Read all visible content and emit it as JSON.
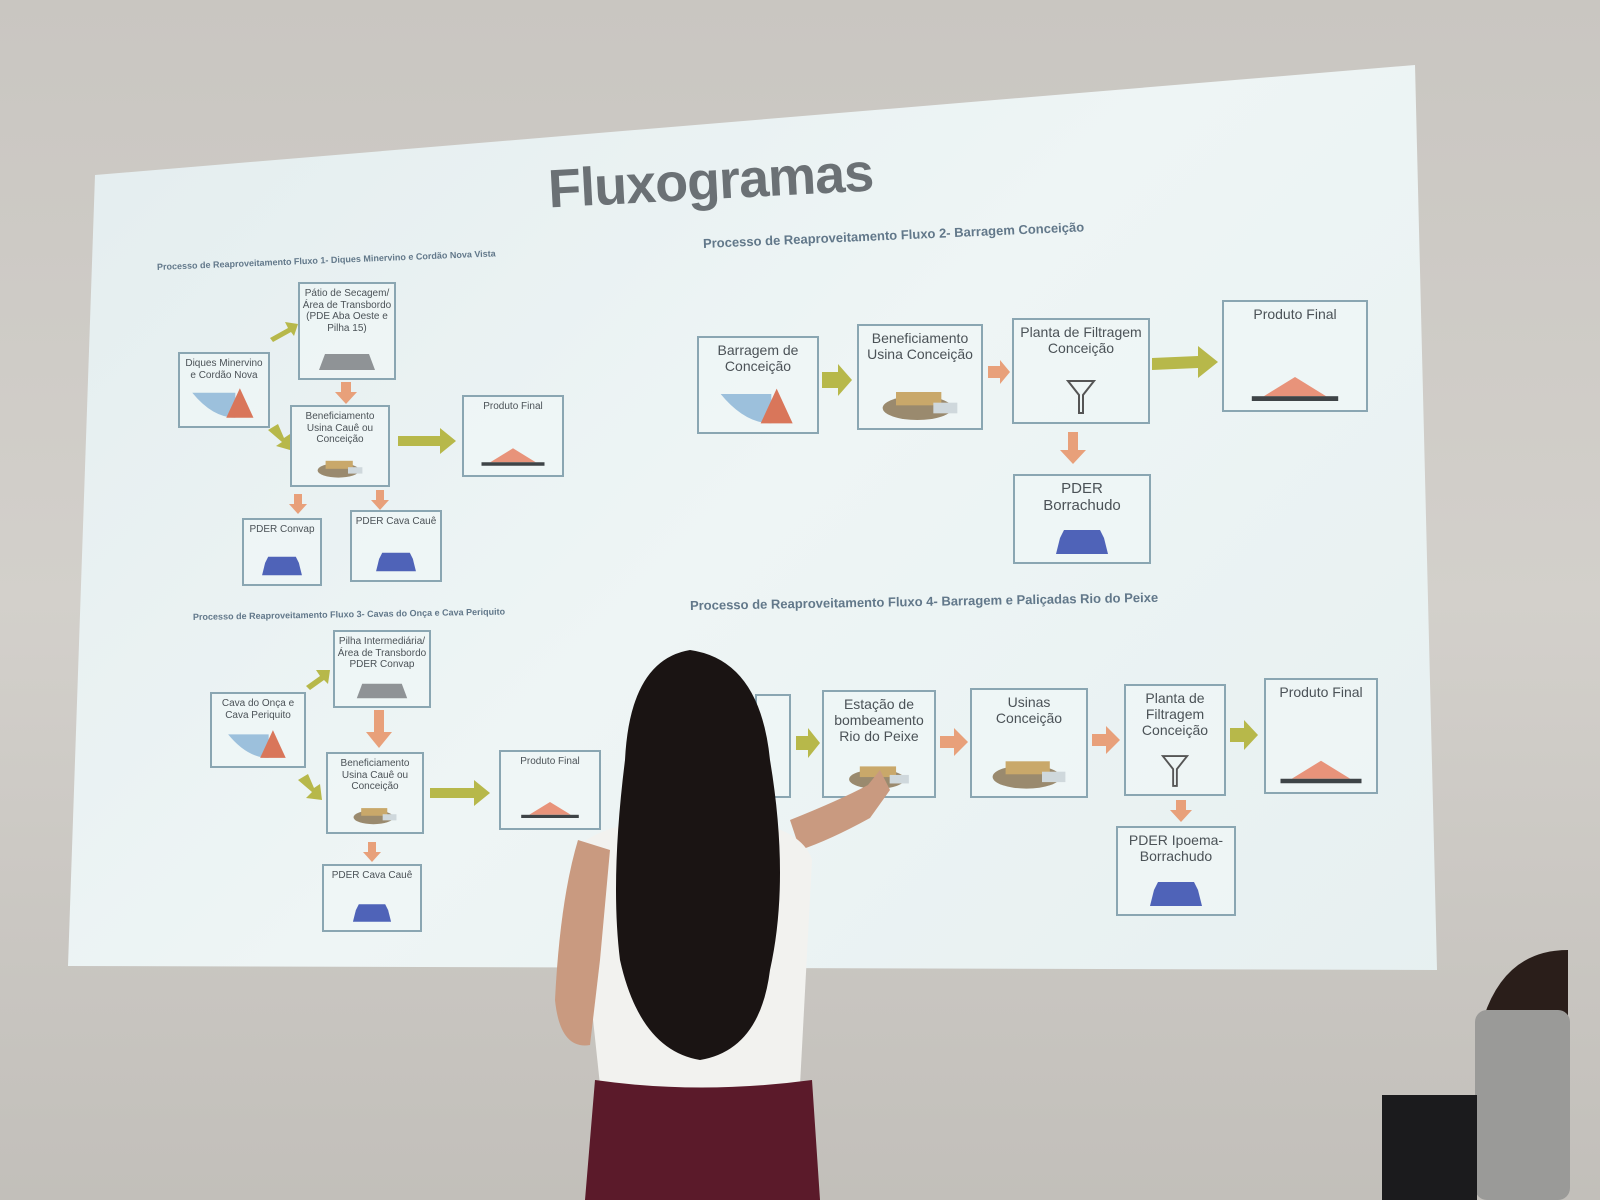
{
  "slide": {
    "title": "Fluxogramas",
    "flows": [
      {
        "heading": "Processo de Reaproveitamento Fluxo 1- Diques Minervino e Cordão Nova Vista",
        "nodes": [
          {
            "label": "Diques Minervino\ne Cordão Nova",
            "icon": "dam-icon"
          },
          {
            "label": "Pátio de Secagem/\nÁrea de Transbordo\n(PDE Aba Oeste e\nPilha 15)",
            "icon": "pile-icon"
          },
          {
            "label": "Beneficiamento\nUsina Cauê ou\nConceição",
            "icon": "plant-icon"
          },
          {
            "label": "Produto Final",
            "icon": "product-icon"
          },
          {
            "label": "PDER Convap",
            "icon": "pder-icon"
          },
          {
            "label": "PDER Cava Cauê",
            "icon": "pder-icon"
          }
        ]
      },
      {
        "heading": "Processo de Reaproveitamento Fluxo 2- Barragem Conceição",
        "nodes": [
          {
            "label": "Barragem de\nConceição",
            "icon": "dam-icon"
          },
          {
            "label": "Beneficiamento\nUsina Conceição",
            "icon": "plant-icon"
          },
          {
            "label": "Planta de Filtragem\nConceição",
            "icon": "filter-icon"
          },
          {
            "label": "Produto Final",
            "icon": "product-icon"
          },
          {
            "label": "PDER\nBorrachudo",
            "icon": "pder-icon"
          }
        ]
      },
      {
        "heading": "Processo de Reaproveitamento Fluxo 3- Cavas do Onça e Cava Periquito",
        "nodes": [
          {
            "label": "Cava do Onça e\nCava Periquito",
            "icon": "dam-icon"
          },
          {
            "label": "Pilha Intermediária/\nÁrea de Transbordo\nPDER Convap",
            "icon": "pile-icon"
          },
          {
            "label": "Beneficiamento\nUsina Cauê ou\nConceição",
            "icon": "plant-icon"
          },
          {
            "label": "Produto Final",
            "icon": "product-icon"
          },
          {
            "label": "PDER Cava Cauê",
            "icon": "pder-icon"
          }
        ]
      },
      {
        "heading": "Processo de Reaproveitamento Fluxo 4- Barragem e Paliçadas Rio do Peixe",
        "nodes": [
          {
            "label": "Estação de\nbombeamento\nRio do Peixe",
            "icon": "plant-icon"
          },
          {
            "label": "Usinas\nConceição",
            "icon": "plant-icon"
          },
          {
            "label": "Planta de\nFiltragem\nConceição",
            "icon": "filter-icon"
          },
          {
            "label": "Produto Final",
            "icon": "product-icon"
          },
          {
            "label": "PDER Ipoema-\nBorrachudo",
            "icon": "pder-icon"
          }
        ]
      }
    ]
  },
  "colors": {
    "arrow_green": "#b7b84a",
    "arrow_orange": "#e8a07a",
    "product": "#e8937a",
    "pder": "#4f63b8",
    "water": "#9cc0dc"
  }
}
